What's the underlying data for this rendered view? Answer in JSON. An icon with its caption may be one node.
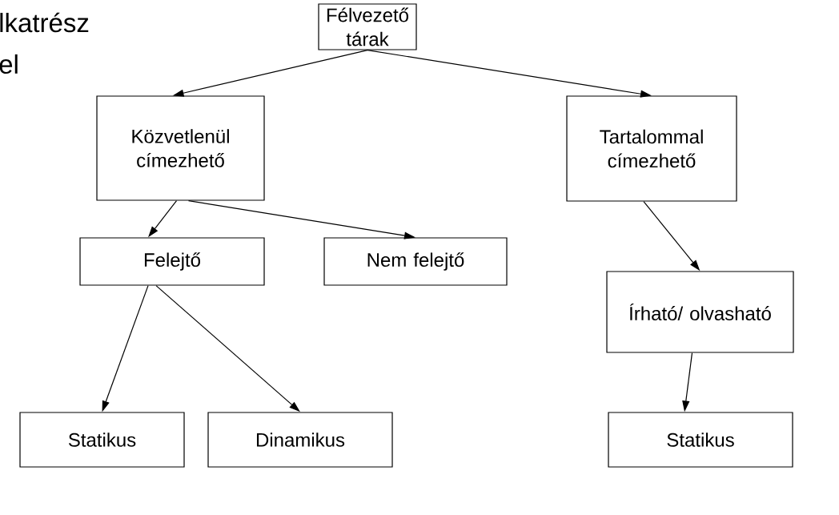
{
  "diagram": {
    "nodes": [
      {
        "text": [
          "Félvezető tárak"
        ]
      },
      {
        "text": [
          "Közvetlenül címezhető"
        ]
      },
      {
        "text": [
          "Tartalommal címezhető"
        ]
      },
      {
        "text": [
          "Felejtő"
        ]
      },
      {
        "text": [
          "Nem felejtő"
        ]
      },
      {
        "text": [
          "Írható/ olvasható"
        ]
      },
      {
        "text": [
          "Statikus"
        ]
      },
      {
        "text": [
          "Dinamikus"
        ]
      },
      {
        "text": [
          "Statikus"
        ]
      }
    ],
    "edges": [
      {
        "from": 0,
        "to": 1,
        "arrow": "to"
      },
      {
        "from": 0,
        "to": 2,
        "arrow": "to"
      },
      {
        "from": 1,
        "to": 3,
        "arrow": "to"
      },
      {
        "from": 1,
        "to": 4,
        "arrow": "to"
      },
      {
        "from": 2,
        "to": 5,
        "arrow": "to"
      },
      {
        "from": 3,
        "to": 6,
        "arrow": "to"
      },
      {
        "from": 3,
        "to": 7,
        "arrow": "to"
      },
      {
        "from": 5,
        "to": 8,
        "arrow": "to"
      }
    ],
    "labels": [
      "lkatrész",
      "el"
    ]
  }
}
